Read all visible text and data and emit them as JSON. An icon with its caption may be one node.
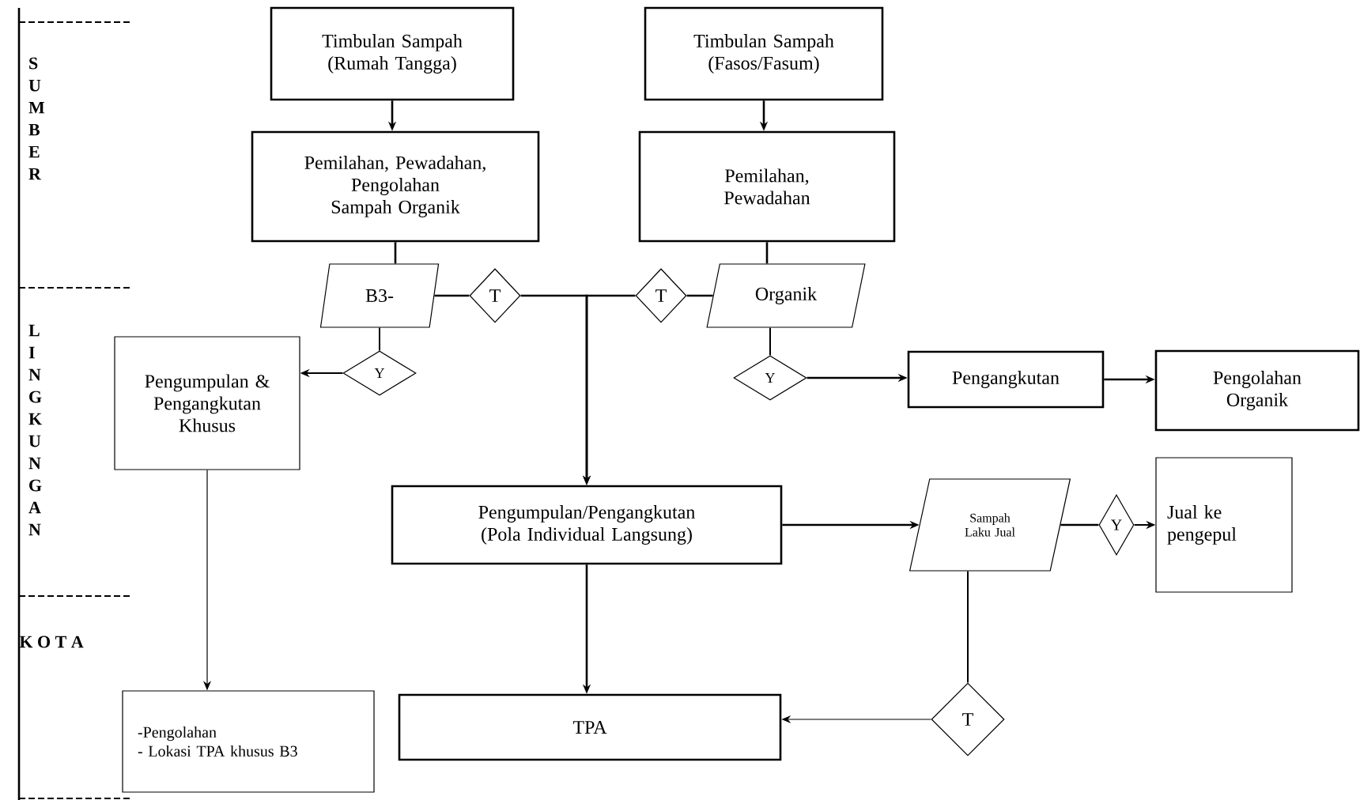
{
  "diagram": {
    "nodes": [
      {
        "text": [
          "Timbulan Sampah (Rumah Tangga)"
        ]
      },
      {
        "text": [
          "Timbulan Sampah (Fasos/Fasum)"
        ]
      },
      {
        "text": [
          "Pemilahan, Pewadahan, Pengolahan Sampah Organik"
        ]
      },
      {
        "text": [
          "Pemilahan, Pewadahan"
        ]
      },
      {
        "text": [
          "B3-"
        ]
      },
      {
        "text": [
          "T"
        ]
      },
      {
        "text": [
          "T"
        ]
      },
      {
        "text": [
          "Organik"
        ]
      },
      {
        "text": [
          "Y"
        ]
      },
      {
        "text": [
          "Pengumpulan & Pengangkutan Khusus"
        ]
      },
      {
        "text": [
          "Y"
        ]
      },
      {
        "text": [
          "Pengangkutan"
        ]
      },
      {
        "text": [
          "Pengolahan Organik"
        ]
      },
      {
        "text": [
          "Pengumpulan/Pengangkutan (Pola Individual Langsung)"
        ]
      },
      {
        "text": [
          "Sampah Laku Jual"
        ]
      },
      {
        "text": [
          "Y"
        ]
      },
      {
        "text": [
          "Jual ke pengepul"
        ]
      },
      {
        "text": [
          "T"
        ]
      },
      {
        "text": [
          "-Pengolahan",
          "- Lokasi TPA khusus B3"
        ]
      },
      {
        "text": [
          "TPA"
        ]
      }
    ],
    "edges": [
      {
        "from": 0,
        "to": 2,
        "arrow": "to"
      },
      {
        "from": 1,
        "to": 3,
        "arrow": "to"
      },
      {
        "from": 2,
        "to": 4,
        "arrow": "none"
      },
      {
        "from": 3,
        "to": 7,
        "arrow": "none"
      },
      {
        "from": 4,
        "to": 5,
        "arrow": "none"
      },
      {
        "from": 7,
        "to": 6,
        "arrow": "none"
      },
      {
        "from": 5,
        "to": 13,
        "arrow": "to"
      },
      {
        "from": 6,
        "to": 13,
        "arrow": "to"
      },
      {
        "from": 4,
        "to": 8,
        "arrow": "none"
      },
      {
        "from": 8,
        "to": 9,
        "arrow": "to"
      },
      {
        "from": 7,
        "to": 10,
        "arrow": "none"
      },
      {
        "from": 10,
        "to": 11,
        "arrow": "to"
      },
      {
        "from": 11,
        "to": 12,
        "arrow": "to"
      },
      {
        "from": 9,
        "to": 18,
        "arrow": "to"
      },
      {
        "from": 13,
        "to": 14,
        "arrow": "to"
      },
      {
        "from": 14,
        "to": 15,
        "arrow": "none"
      },
      {
        "from": 15,
        "to": 16,
        "arrow": "to"
      },
      {
        "from": 14,
        "to": 17,
        "arrow": "none"
      },
      {
        "from": 17,
        "to": 19,
        "arrow": "to"
      },
      {
        "from": 13,
        "to": 19,
        "arrow": "to"
      }
    ],
    "labels": [
      "S U M B E R",
      "L I N G K U N G A N",
      "K O T A"
    ]
  }
}
